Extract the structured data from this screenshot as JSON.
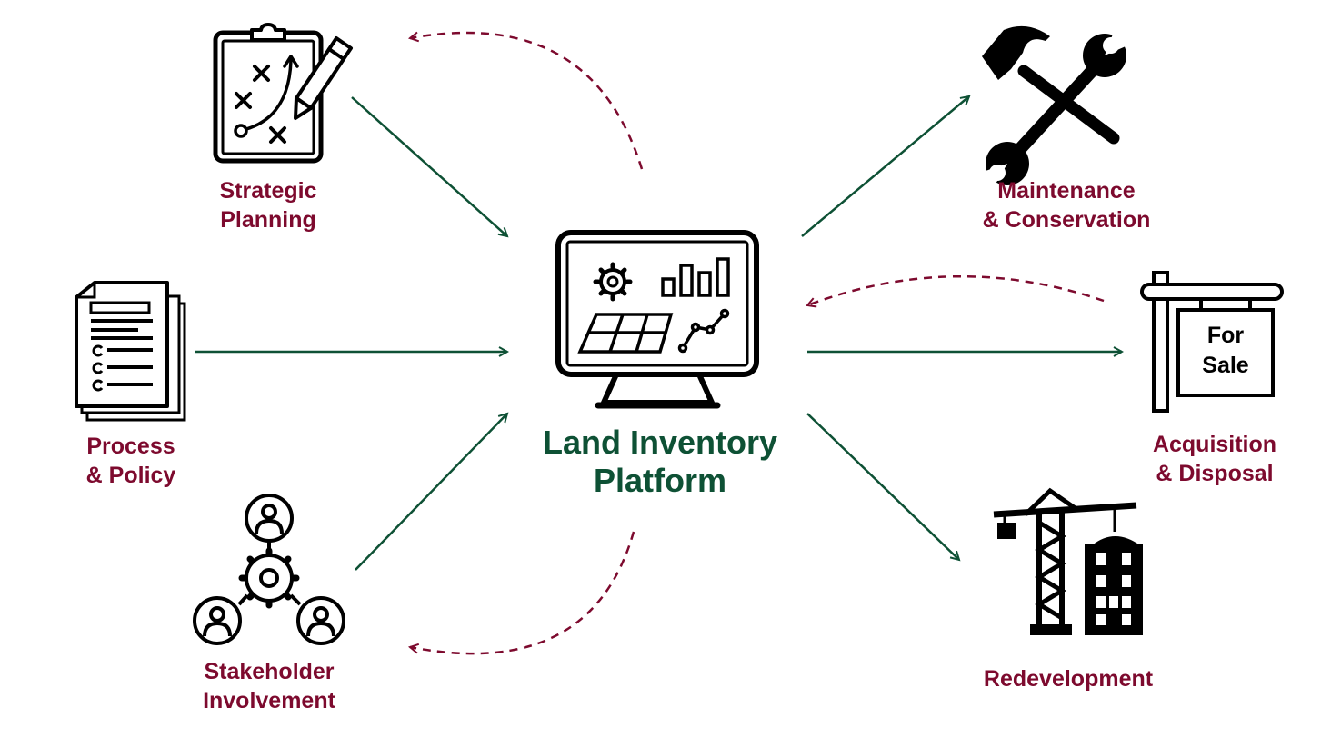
{
  "colors": {
    "accent_green": "#0e5135",
    "accent_maroon": "#7d0a2e",
    "icon_black": "#000000"
  },
  "center": {
    "icon": "computer-monitor-dashboard-icon",
    "title_line1": "Land Inventory",
    "title_line2": "Platform"
  },
  "inputs": [
    {
      "icon": "clipboard-strategy-icon",
      "line1": "Strategic",
      "line2": "Planning"
    },
    {
      "icon": "documents-checklist-icon",
      "line1": "Process",
      "line2": "& Policy"
    },
    {
      "icon": "stakeholder-network-icon",
      "line1": "Stakeholder",
      "line2": "Involvement"
    }
  ],
  "outputs": [
    {
      "icon": "hammer-wrench-icon",
      "line1": "Maintenance",
      "line2": "& Conservation"
    },
    {
      "icon": "for-sale-sign-icon",
      "line1": "Acquisition",
      "line2": "& Disposal",
      "sign_line1": "For",
      "sign_line2": "Sale"
    },
    {
      "icon": "construction-crane-icon",
      "line1": "Redevelopment"
    }
  ]
}
